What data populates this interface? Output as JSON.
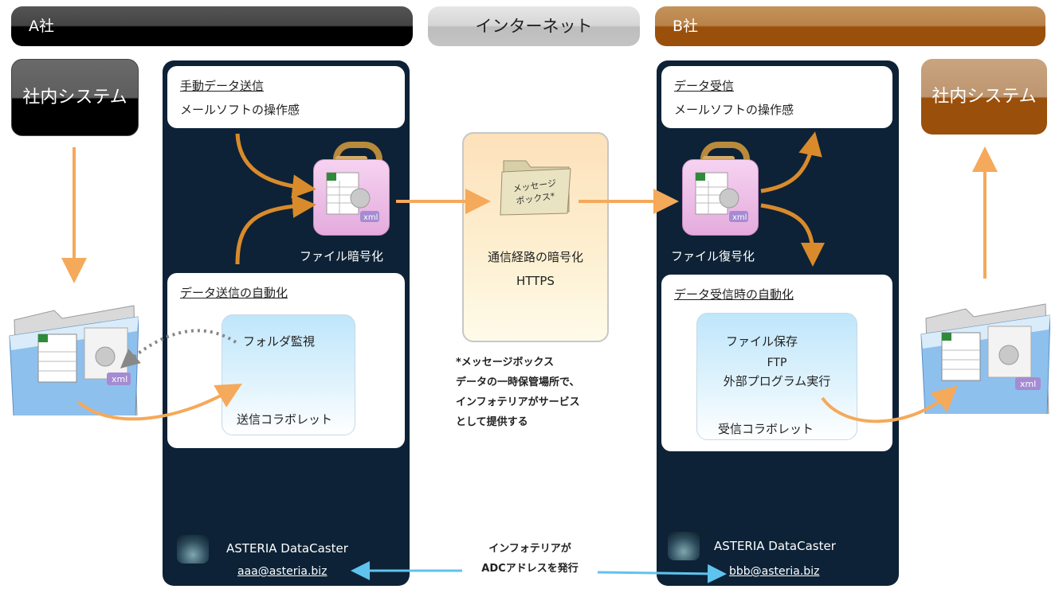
{
  "headers": {
    "company_a": "A社",
    "internet": "インターネット",
    "company_b": "B社"
  },
  "systems": {
    "a": "社内システム",
    "b": "社内システム"
  },
  "panel_a": {
    "manual_title": "手動データ送信",
    "manual_sub": "メールソフトの操作感",
    "encrypt_label": "ファイル暗号化",
    "auto_title": "データ送信の自動化",
    "folder_watch": "フォルダ監視",
    "collab": "送信コラボレット",
    "product": "ASTERIA DataCaster",
    "address": "aaa@asteria.biz"
  },
  "panel_b": {
    "manual_title": "データ受信",
    "manual_sub": "メールソフトの操作感",
    "decrypt_label": "ファイル復号化",
    "auto_title": "データ受信時の自動化",
    "save": "ファイル保存",
    "ftp": "FTP",
    "external": "外部プログラム実行",
    "collab": "受信コラボレット",
    "product": "ASTERIA DataCaster",
    "address": "bbb@asteria.biz"
  },
  "middle": {
    "folder_line1": "メッセージ",
    "folder_line2": "ボックス*",
    "encrypt_route": "通信経路の暗号化",
    "protocol": "HTTPS"
  },
  "note": {
    "line1": "*メッセージボックス",
    "line2": "データの一時保管場所で、",
    "line3": "インフォテリアがサービス",
    "line4": "として提供する"
  },
  "issuer": {
    "line1": "インフォテリアが",
    "line2": "ADCアドレスを発行"
  },
  "icons": {
    "xml": "xml"
  },
  "colors": {
    "panel": "#0d2236",
    "flow_arrow": "#f5a95a",
    "encrypt_arrow": "#d98b2b",
    "address_arrow": "#5fc3ef"
  }
}
